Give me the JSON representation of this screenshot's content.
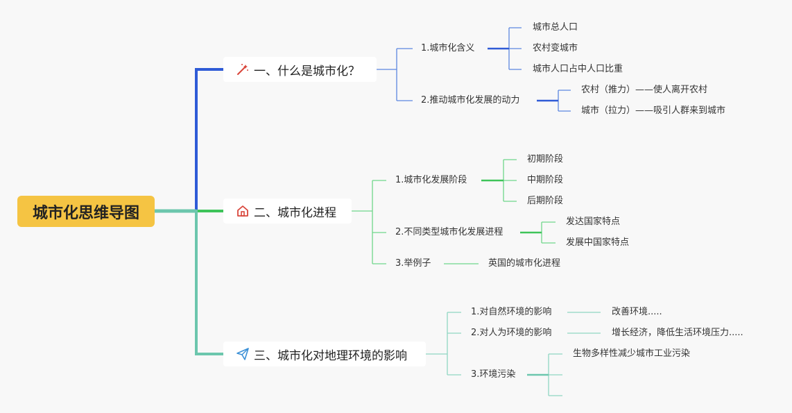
{
  "root": {
    "label": "城市化思维导图"
  },
  "colors": {
    "branch1": "#2f5bd6",
    "branch2": "#3ec45a",
    "branch3": "#6cc6ad",
    "root_bg": "#f5c443",
    "icon1": "#d9463b",
    "icon2": "#d9463b",
    "icon3": "#3a8fd6"
  },
  "branches": [
    {
      "label": "一、什么是城市化？",
      "icon": "magic-wand-icon",
      "children": [
        {
          "label": "1.城市化含义",
          "children": [
            "城市总人口",
            "农村变城市",
            "城市人口占中人口比重"
          ]
        },
        {
          "label": "2.推动城市化发展的动力",
          "children": [
            "农村（推力）——使人离开农村",
            "城市（拉力）——吸引人群来到城市"
          ]
        }
      ]
    },
    {
      "label": "二、城市化进程",
      "icon": "home-icon",
      "children": [
        {
          "label": "1.城市化发展阶段",
          "children": [
            "初期阶段",
            "中期阶段",
            "后期阶段"
          ]
        },
        {
          "label": "2.不同类型城市化发展进程",
          "children": [
            "发达国家特点",
            "发展中国家特点"
          ]
        },
        {
          "label": "3.举例子",
          "children": [
            "英国的城市化进程"
          ]
        }
      ]
    },
    {
      "label": "三、城市化对地理环境的影响",
      "icon": "send-icon",
      "children": [
        {
          "label": "1.对自然环境的影响",
          "children": [
            "改善环境....."
          ]
        },
        {
          "label": "2.对人为环境的影响",
          "children": [
            "增长经济，降低生活环境压力....."
          ]
        },
        {
          "label": "3.环境污染",
          "children": [
            "生物多样性减少城市工业污染",
            "",
            ""
          ]
        }
      ]
    }
  ]
}
